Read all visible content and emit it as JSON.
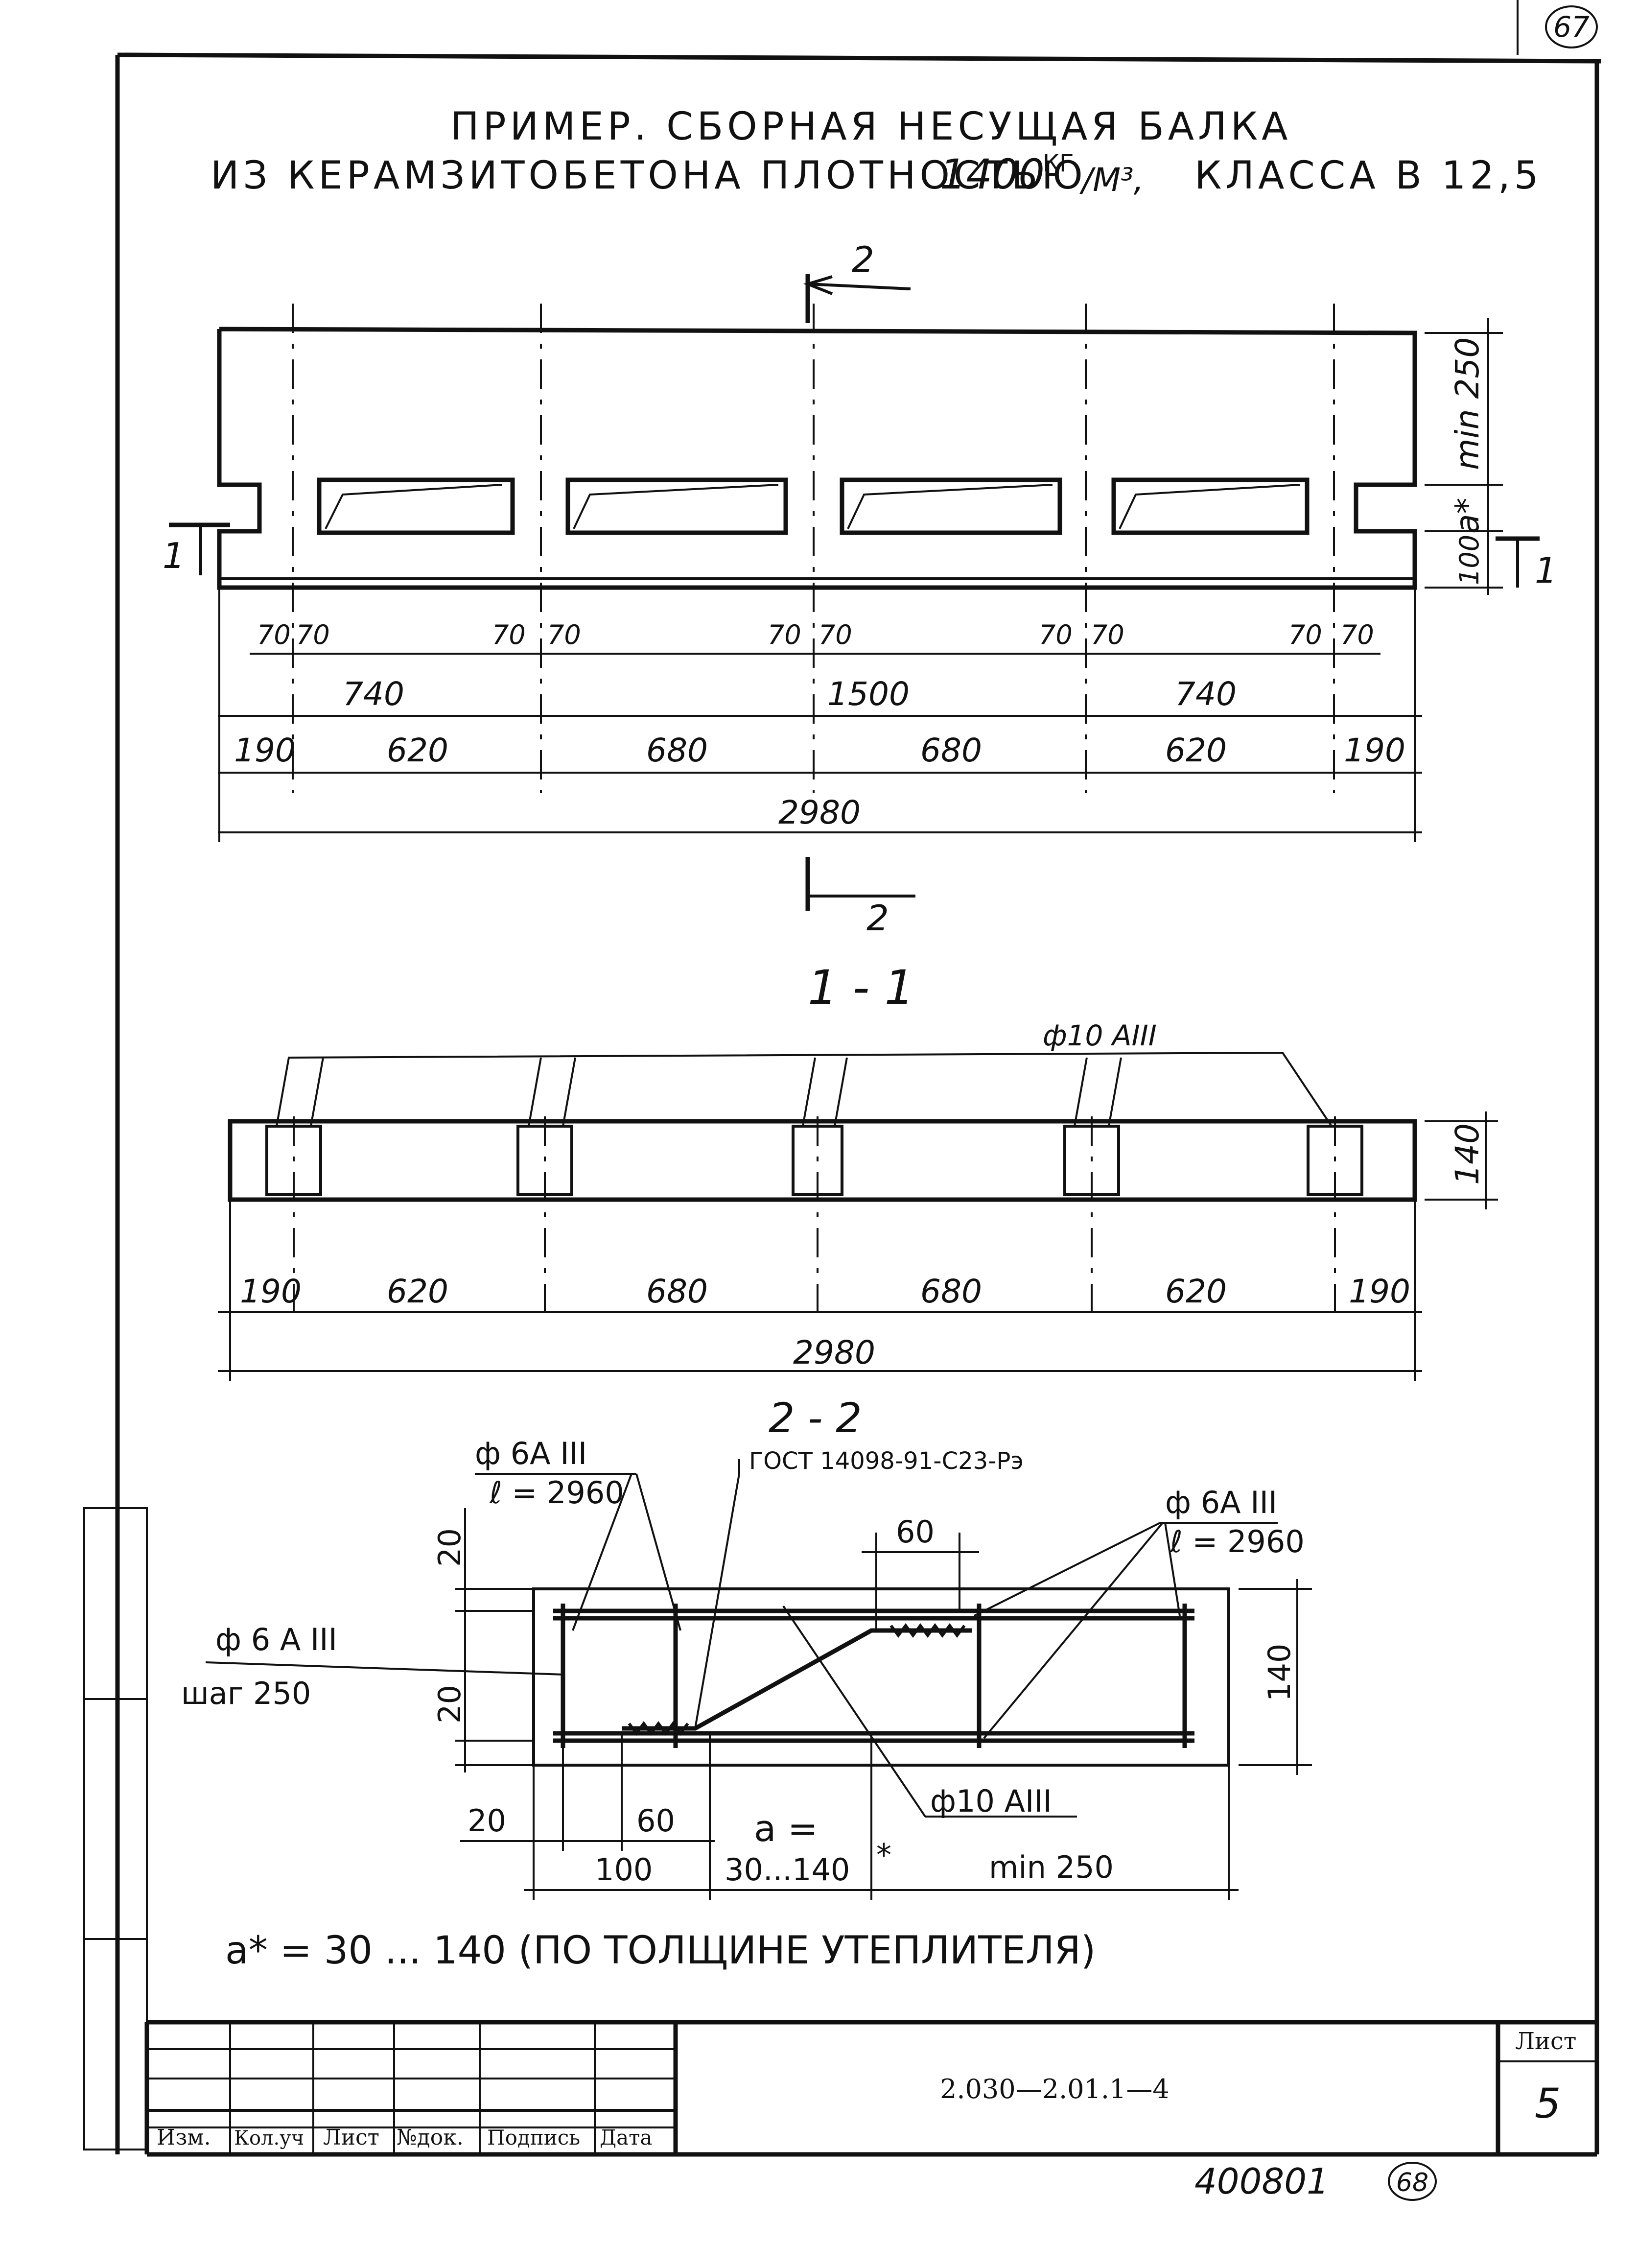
{
  "page_number_top": "67",
  "title": {
    "line1": "ПРИМЕР. СБОРНАЯ НЕСУЩАЯ БАЛКА",
    "line2_a": "ИЗ КЕРАМЗИТОБЕТОНА ПЛОТНОСТЬЮ",
    "line2_density": "1400",
    "line2_unit_top": "КГ",
    "line2_unit_bottom": "/М³,",
    "line2_class": "КЛАССА В 12,5"
  },
  "elevation": {
    "section_mark": "2",
    "section_mark_side": "1",
    "dim_top_right": "min 250",
    "dim_a_star": "a*",
    "dim_100": "100",
    "offsets": [
      "70",
      "70",
      "70",
      "70",
      "70",
      "70",
      "70",
      "70",
      "70",
      "70"
    ],
    "spans_row1": [
      "740",
      "1500",
      "740"
    ],
    "spans_row2": [
      "190",
      "620",
      "680",
      "680",
      "620",
      "190"
    ],
    "total": "2980"
  },
  "section_1_1": {
    "title": "1 - 1",
    "rebar_label": "ф10 АIII",
    "height": "140",
    "spans": [
      "190",
      "620",
      "680",
      "680",
      "620",
      "190"
    ],
    "total": "2980"
  },
  "section_2_2": {
    "title": "2 - 2",
    "label_left_top": "ф 6А III",
    "label_left_top_len": "ℓ = 2960",
    "label_gost": "ГОСТ 14098-91-С23-Рэ",
    "label_right_top": "ф 6А III",
    "label_right_top_len": "ℓ = 2960",
    "label_stirrup": "ф 6 А III",
    "label_stirrup_step": "шаг 250",
    "label_bent": "ф10 АIII",
    "dim_20_top": "20",
    "dim_20_bottom": "20",
    "dim_60_top": "60",
    "dim_140": "140",
    "dim_20_left": "20",
    "dim_60_bottom": "60",
    "dim_100": "100",
    "dim_a_label": "a =",
    "dim_a_range": "30...140",
    "dim_a_star": "*",
    "dim_min250": "min 250"
  },
  "footnote": "a* = 30 ... 140 (ПО ТОЛЩИНЕ УТЕПЛИТЕЛЯ)",
  "title_block": {
    "headers": [
      "Изм.",
      "Кол.уч",
      "Лист",
      "№док.",
      "Подпись",
      "Дата"
    ],
    "doc_code": "2.030—2.01.1—4",
    "sheet_label": "Лист",
    "sheet_number": "5"
  },
  "bottom_stamp": {
    "inventory": "400801",
    "page_circle": "68"
  }
}
